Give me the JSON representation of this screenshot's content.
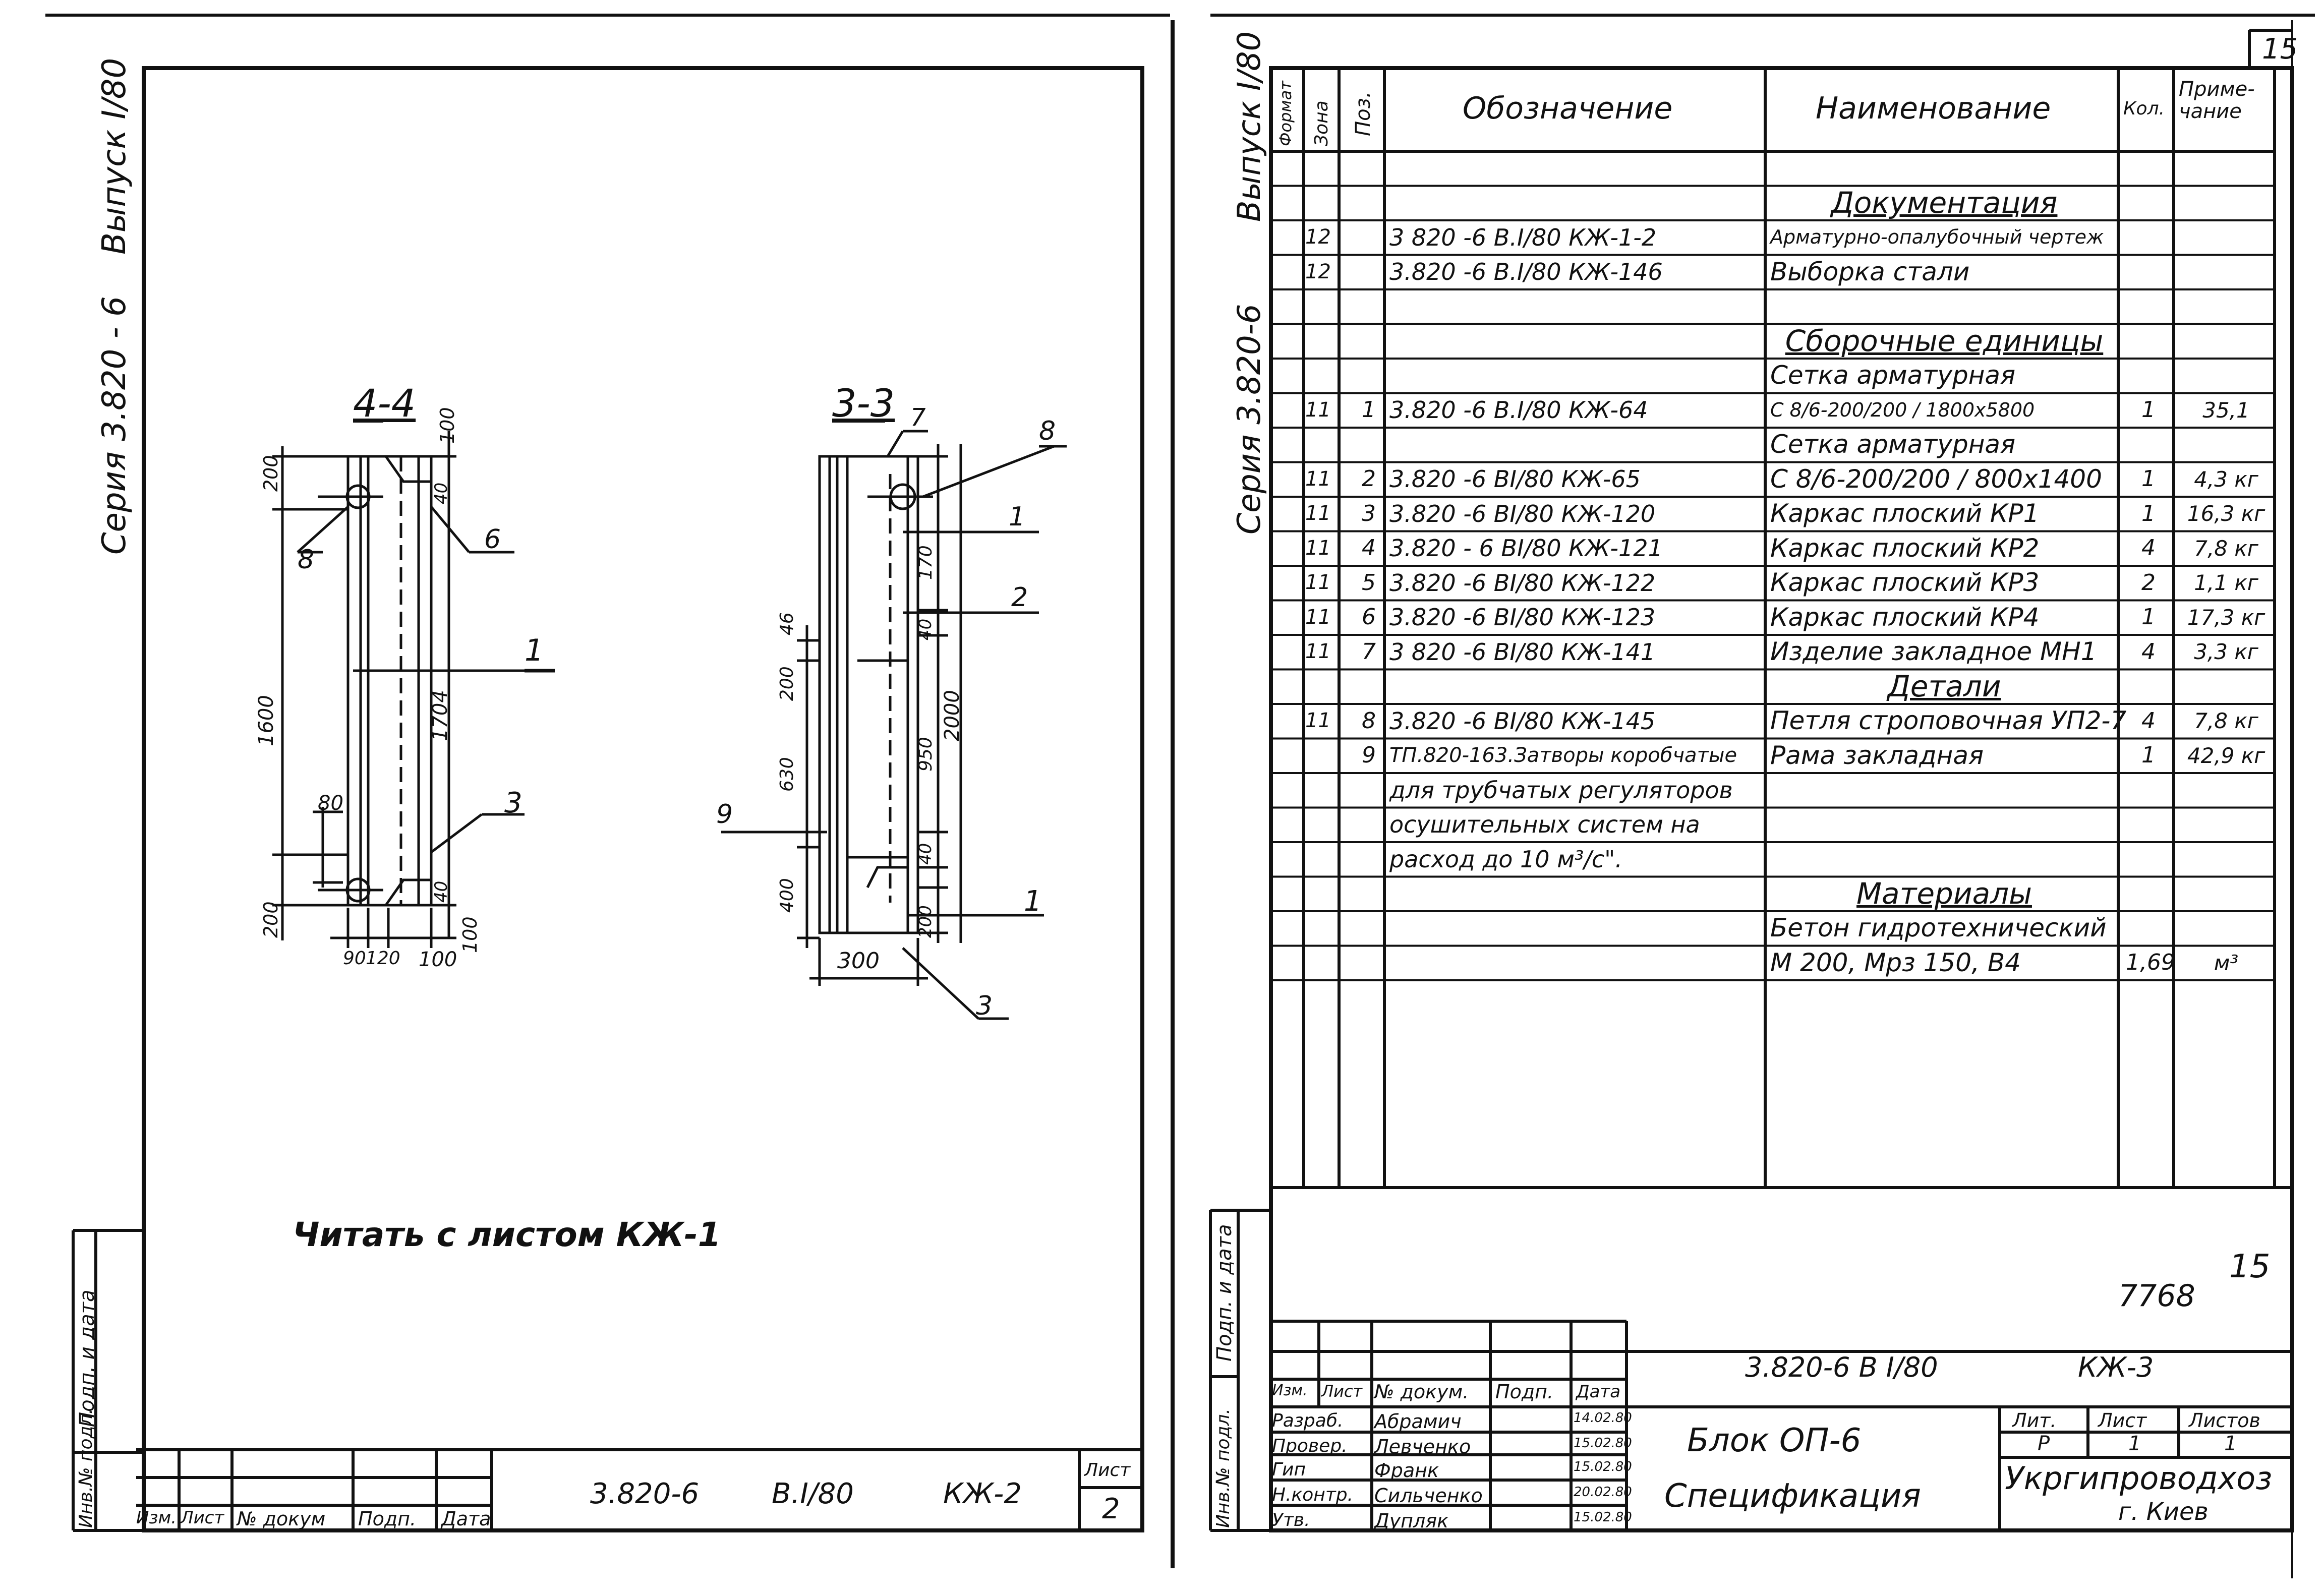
{
  "left_sheet": {
    "series_vertical": "Серия  3.820 - 6",
    "issue_vertical": "Выпуск I/80",
    "section_44": "4-4",
    "section_33": "3-3",
    "dims_44": {
      "d200a": "200",
      "d100a": "100",
      "d40a": "40",
      "d1600": "1600",
      "d1704": "1704",
      "d80": "80",
      "d200b": "200",
      "d40b": "40",
      "d100b": "100",
      "d90": "90",
      "d120": "120",
      "d100c": "100"
    },
    "callouts_44": {
      "c8": "8",
      "c6": "6",
      "c1": "1",
      "c3": "3"
    },
    "dims_33": {
      "d46": "46",
      "d200": "200",
      "d630": "630",
      "d400": "400",
      "d170": "170",
      "d40a": "40",
      "d2000": "2000",
      "d950": "950",
      "d40b": "40",
      "d200b": "200",
      "d300": "300"
    },
    "callouts_33": {
      "c7": "7",
      "c8": "8",
      "c1a": "1",
      "c2": "2",
      "c9": "9",
      "c1b": "1",
      "c3": "3"
    },
    "note": "Читать с листом КЖ-1",
    "side_stamp": {
      "inv": "Инв.№ подл.",
      "sign": "Подп. и дата"
    },
    "title_block": {
      "cols": [
        "Изм.",
        "Лист",
        "№ докум",
        "Подп.",
        "Дата"
      ],
      "code_series": "3.820-6",
      "code_issue": "В.I/80",
      "code_mark": "КЖ-2",
      "sheet_label": "Лист",
      "sheet_no": "2"
    }
  },
  "right_sheet": {
    "page_number": "15",
    "series_vertical": "Серия 3.820-6",
    "issue_vertical": "Выпуск I/80",
    "header": {
      "format": "Формат",
      "zone": "Зона",
      "pos": "Поз.",
      "designation": "Обозначение",
      "name": "Наименование",
      "qty": "Кол.",
      "note": "Приме-чание"
    },
    "rows": [
      {
        "fmt": "",
        "pos": "",
        "des": "",
        "name": "",
        "qty": "",
        "note": ""
      },
      {
        "fmt": "",
        "pos": "",
        "des": "",
        "name": "Документация",
        "section": true,
        "qty": "",
        "note": ""
      },
      {
        "fmt": "12",
        "pos": "",
        "des": "3 820 -6 В.I/80 КЖ-1-2",
        "name": "Арматурно-опалубочный чертеж",
        "qty": "",
        "note": ""
      },
      {
        "fmt": "12",
        "pos": "",
        "des": "3.820 -6 В.I/80 КЖ-146",
        "name": "Выборка стали",
        "qty": "",
        "note": ""
      },
      {
        "fmt": "",
        "pos": "",
        "des": "",
        "name": "",
        "qty": "",
        "note": ""
      },
      {
        "fmt": "",
        "pos": "",
        "des": "",
        "name": "Сборочные единицы",
        "section": true,
        "qty": "",
        "note": ""
      },
      {
        "fmt": "",
        "pos": "",
        "des": "",
        "name": "Сетка арматурная",
        "qty": "",
        "note": ""
      },
      {
        "fmt": "11",
        "pos": "1",
        "des": "3.820 -6 В.I/80 КЖ-64",
        "name": "С 8/6-200/200 / 1800x5800",
        "qty": "1",
        "note": "35,1"
      },
      {
        "fmt": "",
        "pos": "",
        "des": "",
        "name": "Сетка арматурная",
        "qty": "",
        "note": ""
      },
      {
        "fmt": "11",
        "pos": "2",
        "des": "3.820 -6  ВI/80 КЖ-65",
        "name": "С 8/6-200/200 / 800x1400",
        "qty": "1",
        "note": "4,3 кг"
      },
      {
        "fmt": "11",
        "pos": "3",
        "des": "3.820 -6  ВI/80 КЖ-120",
        "name": "Каркас плоский КР1",
        "qty": "1",
        "note": "16,3 кг"
      },
      {
        "fmt": "11",
        "pos": "4",
        "des": "3.820 - 6  ВI/80 КЖ-121",
        "name": "Каркас плоский КР2",
        "qty": "4",
        "note": "7,8 кг"
      },
      {
        "fmt": "11",
        "pos": "5",
        "des": "3.820 -6  ВI/80 КЖ-122",
        "name": "Каркас плоский КР3",
        "qty": "2",
        "note": "1,1 кг"
      },
      {
        "fmt": "11",
        "pos": "6",
        "des": "3.820 -6  ВI/80 КЖ-123",
        "name": "Каркас плоский КР4",
        "qty": "1",
        "note": "17,3 кг"
      },
      {
        "fmt": "11",
        "pos": "7",
        "des": "3 820 -6   ВI/80 КЖ-141",
        "name": "Изделие закладное МН1",
        "qty": "4",
        "note": "3,3 кг"
      },
      {
        "fmt": "",
        "pos": "",
        "des": "",
        "name": "Детали",
        "section": true,
        "qty": "",
        "note": ""
      },
      {
        "fmt": "11",
        "pos": "8",
        "des": "3.820 -6  ВI/80 КЖ-145",
        "name": "Петля строповочная УП2-7",
        "qty": "4",
        "note": "7,8 кг"
      },
      {
        "fmt": "",
        "pos": "9",
        "des": "ТП.820-163.Затворы коробчатые",
        "name": "Рама закладная",
        "qty": "1",
        "note": "42,9 кг"
      },
      {
        "fmt": "",
        "pos": "",
        "des": "для трубчатых регуляторов",
        "name": "",
        "qty": "",
        "note": ""
      },
      {
        "fmt": "",
        "pos": "",
        "des": "осушительных систем на",
        "name": "",
        "qty": "",
        "note": ""
      },
      {
        "fmt": "",
        "pos": "",
        "des": "расход до 10 м³/с\".",
        "name": "",
        "qty": "",
        "note": ""
      },
      {
        "fmt": "",
        "pos": "",
        "des": "",
        "name": "Материалы",
        "section": true,
        "qty": "",
        "note": ""
      },
      {
        "fmt": "",
        "pos": "",
        "des": "",
        "name": "Бетон гидротехнический",
        "qty": "",
        "note": ""
      },
      {
        "fmt": "",
        "pos": "",
        "des": "",
        "name": "М 200, Мрз 150, В4",
        "qty": "1,69",
        "note": "м³"
      }
    ],
    "handwritten_number": "7768",
    "handwritten_page": "15",
    "side_stamp": {
      "inv": "Инв.№ подл.",
      "sign": "Подп. и дата"
    },
    "title_block": {
      "code": "3.820-6   В I/80",
      "mark": "КЖ-3",
      "cols": [
        "Изм.",
        "Лист",
        "№ докум.",
        "Подп.",
        "Дата"
      ],
      "people": [
        {
          "role": "Разраб.",
          "name": "Абрамич",
          "date": "14.02.80"
        },
        {
          "role": "Провер.",
          "name": "Левченко",
          "date": "15.02.80"
        },
        {
          "role": "Гип",
          "name": "Франк",
          "date": "15.02.80"
        },
        {
          "role": "Н.контр.",
          "name": "Сильченко",
          "date": "20.02.80"
        },
        {
          "role": "Утв.",
          "name": "Дупляк",
          "date": "15.02.80"
        }
      ],
      "title1": "Блок ОП-6",
      "title2": "Спецификация",
      "lit_label": "Лит.",
      "sheet_label": "Лист",
      "sheets_label": "Листов",
      "lit": "Р",
      "sheet": "1",
      "sheets": "1",
      "org": "Укргипроводхоз",
      "city": "г. Киев"
    }
  }
}
